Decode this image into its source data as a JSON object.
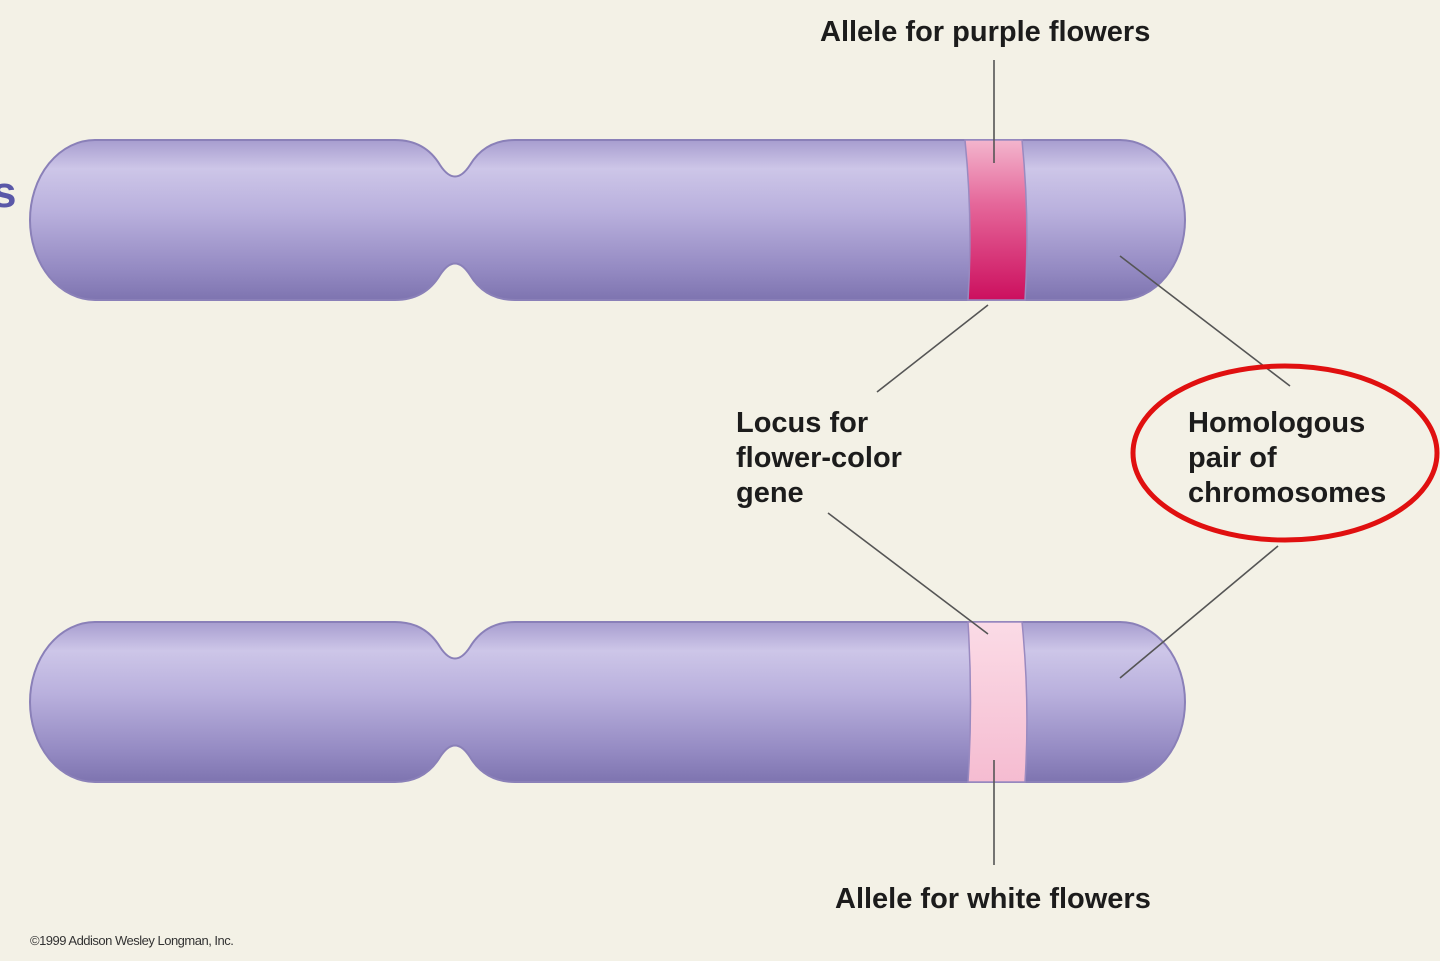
{
  "labels": {
    "allele_purple": "Allele for purple flowers",
    "allele_white": "Allele for white flowers",
    "locus": [
      "Locus for",
      "flower-color",
      "gene"
    ],
    "homologous": [
      "Homologous",
      "pair of",
      "chromosomes"
    ]
  },
  "edge_glyph": "s",
  "copyright": "©1999 Addison Wesley Longman, Inc.",
  "colors": {
    "background": "#f3f1e6",
    "chromosome_light": "#cdc6e8",
    "chromosome_mid": "#aca2d2",
    "chromosome_dark": "#877db7",
    "allele_purple_band": "#d6246e",
    "allele_white_band": "#f7c6d8",
    "highlight_circle": "#e01010"
  }
}
